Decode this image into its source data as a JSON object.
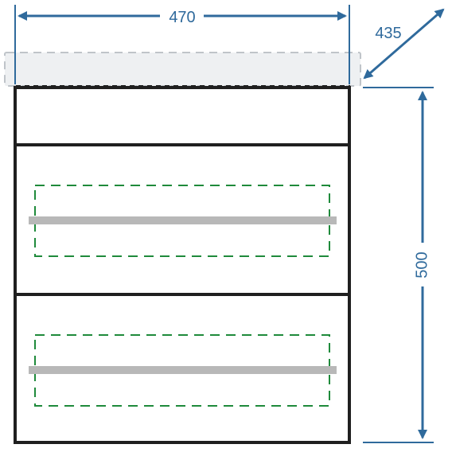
{
  "dimensions": {
    "width": {
      "label": "470"
    },
    "depth": {
      "label": "435"
    },
    "height": {
      "label": "500"
    }
  },
  "colors": {
    "dimension": "#2f6a9c",
    "frame": "#1f1f1f",
    "top_fill": "#eef0f2",
    "top_dash": "#bfc4c9",
    "handle": "#b8b8b8",
    "inner_box_dash": "#1f8a3b"
  },
  "cabinet": {
    "drawers": [
      {
        "name": "top-drawer",
        "has_handle": false
      },
      {
        "name": "middle-drawer",
        "has_handle": true,
        "has_inner_box": true
      },
      {
        "name": "bottom-drawer",
        "has_handle": true,
        "has_inner_box": true
      }
    ]
  }
}
